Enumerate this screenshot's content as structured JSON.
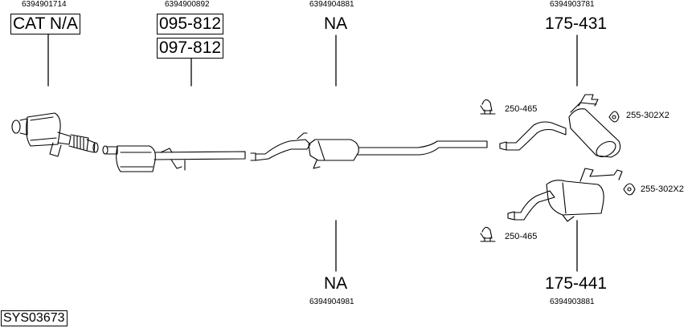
{
  "system_code": "SYS03673",
  "oe_numbers": {
    "catalyst": "6394901714",
    "front_pipe": "6394900892",
    "middle_top": "6394904881",
    "middle_bottom": "6394904981",
    "rear_top": "6394903781",
    "rear_bottom": "6394903881"
  },
  "part_labels": {
    "catalyst": "CAT N/A",
    "front_pipe_1": "095-812",
    "front_pipe_2": "097-812",
    "middle_top": "NA",
    "middle_bottom": "NA",
    "rear_top": "175-431",
    "rear_bottom": "175-441"
  },
  "accessories": {
    "clamp_top": "250-465",
    "clamp_bottom": "250-465",
    "hanger_top": "255-302X2",
    "hanger_bottom": "255-302X2"
  }
}
